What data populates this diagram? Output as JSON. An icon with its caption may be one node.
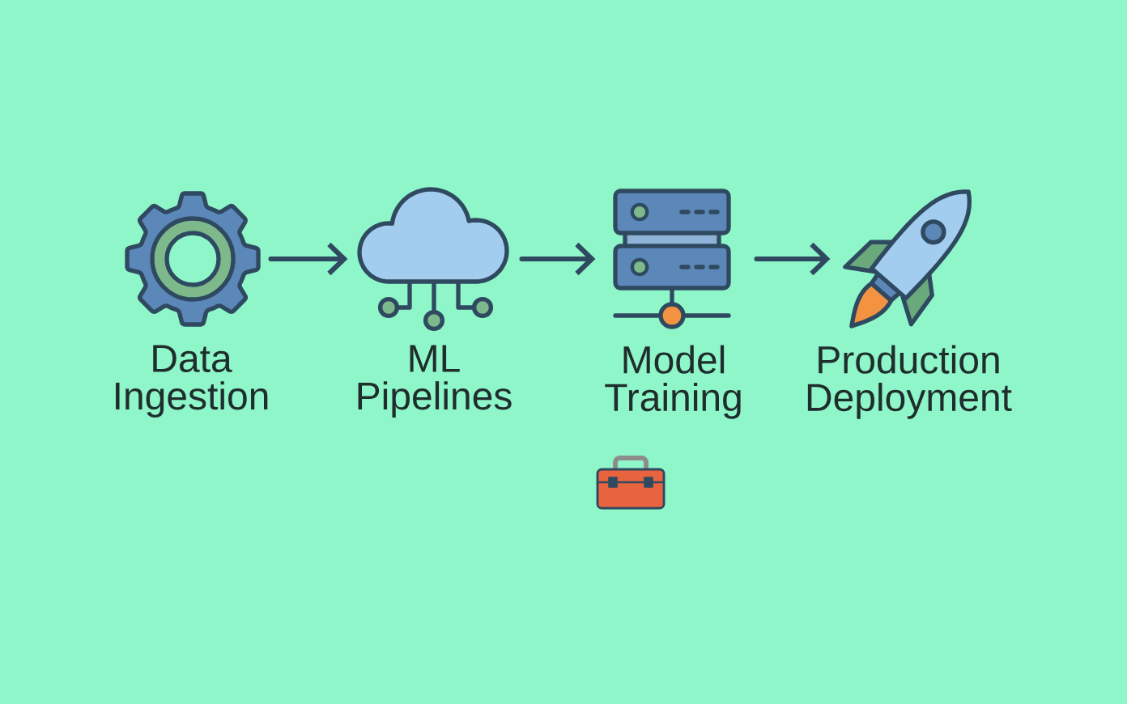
{
  "diagram": {
    "nodes": [
      {
        "text": [],
        "shape": "picture",
        "beside": [
          "Data Ingestion"
        ]
      },
      {
        "text": [],
        "shape": "picture",
        "beside": [
          "ML Pipelines"
        ]
      },
      {
        "text": [],
        "shape": "picture",
        "beside": [
          "Model Training"
        ]
      },
      {
        "text": [],
        "shape": "picture",
        "beside": [
          "Production Deployment"
        ]
      }
    ],
    "edges": [
      {
        "from": 0,
        "to": 1,
        "arrow": "to"
      },
      {
        "from": 1,
        "to": 2,
        "arrow": "to"
      },
      {
        "from": 2,
        "to": 3,
        "arrow": "to"
      }
    ]
  }
}
